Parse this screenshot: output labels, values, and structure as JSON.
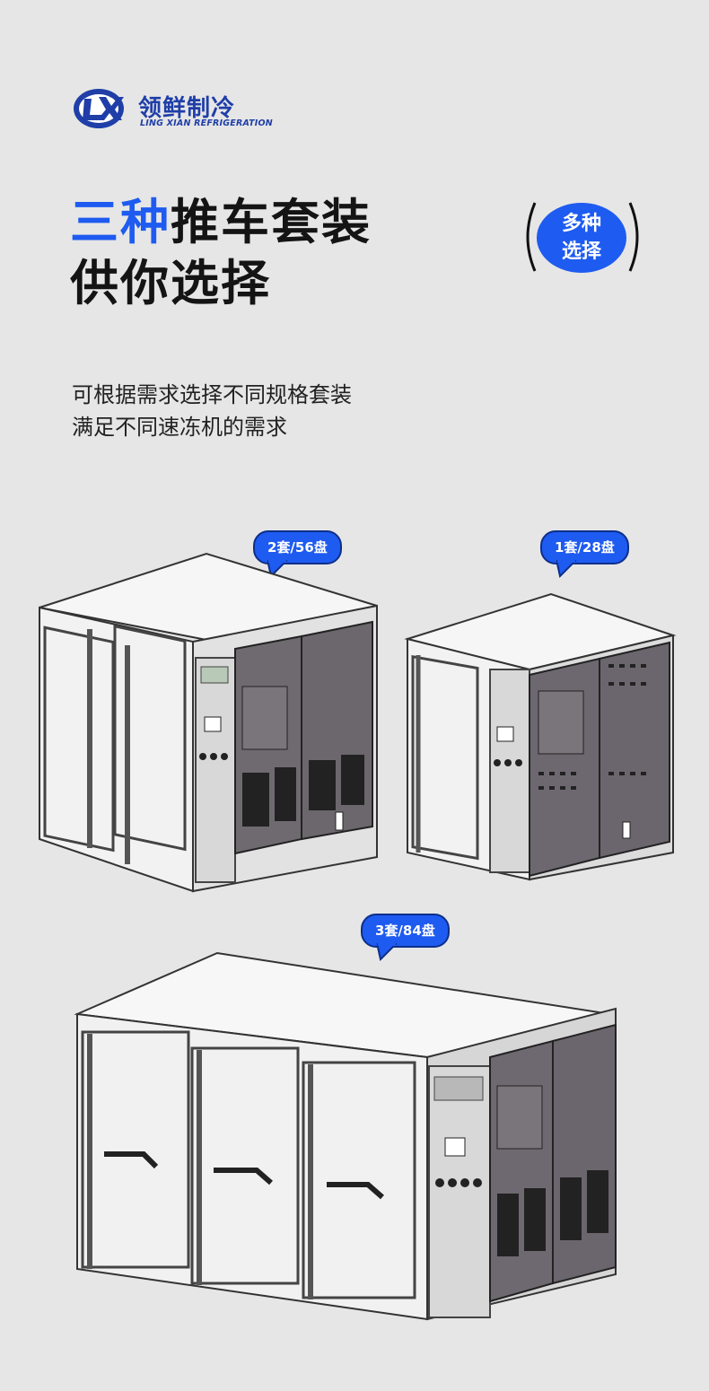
{
  "brand": {
    "name_cn": "领鲜制冷",
    "name_en": "LING XIAN REFRIGERATION",
    "colors": {
      "blue": "#1e5bf0",
      "dark_blue": "#1f3ea8"
    }
  },
  "headline": {
    "highlight": "三种",
    "line1_rest": "推车套装",
    "line2": "供你选择"
  },
  "badge": {
    "line1": "多种",
    "line2": "选择"
  },
  "description": {
    "line1": "可根据需求选择不同规格套装",
    "line2": "满足不同速冻机的需求"
  },
  "products": [
    {
      "label": "2套/56盘"
    },
    {
      "label": "1套/28盘"
    },
    {
      "label": "3套/84盘"
    }
  ]
}
